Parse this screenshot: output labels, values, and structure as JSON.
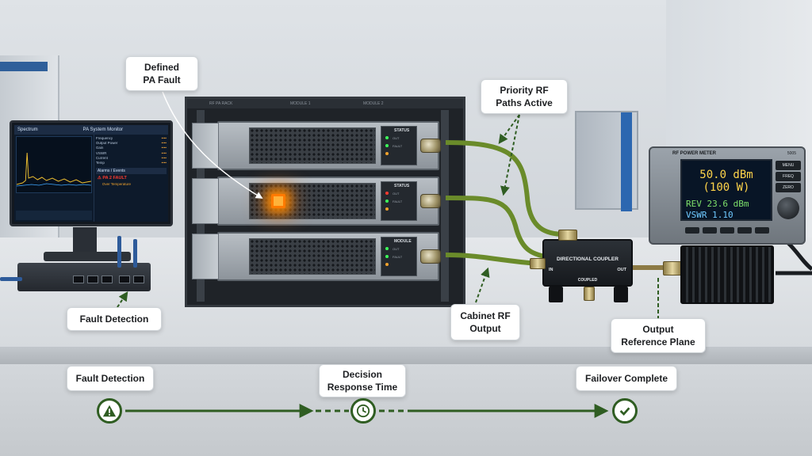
{
  "callouts": {
    "defined_pa_fault": [
      "Defined",
      "PA Fault"
    ],
    "priority_rf_paths": [
      "Priority RF",
      "Paths Active"
    ],
    "fault_detection": "Fault Detection",
    "cabinet_rf_output": [
      "Cabinet RF",
      "Output"
    ],
    "output_reference_plane": [
      "Output",
      "Reference Plane"
    ]
  },
  "timeline": {
    "step1": "Fault Detection",
    "step2": [
      "Decision",
      "Response Time"
    ],
    "step3": "Failover Complete",
    "accent_color": "#2f5d22"
  },
  "monitor": {
    "title": "PA System Monitor",
    "spectrum_label": "Spectrum",
    "alarms_label": "Alarms / Events",
    "alarm": "PA 2 FAULT",
    "alarm_detail": "Over Temperature"
  },
  "rack": {
    "label_left": "RF PA RACK",
    "label_mid": "MODULE 1",
    "label_right": "MODULE 2",
    "module_status": [
      "STATUS",
      "STATUS",
      "MODULE"
    ]
  },
  "coupler": {
    "title": "DIRECTIONAL COUPLER",
    "in": "IN",
    "out": "OUT",
    "coupled": "COUPLED"
  },
  "meter": {
    "header": "RF POWER METER",
    "model": "5005",
    "main_line1": "50.0 dBm",
    "main_line2": "(100 W)",
    "rev": "REV 23.6 dBm",
    "vswr": "VSWR  1.10",
    "buttons": [
      "MENU",
      "FREQ",
      "ZERO"
    ]
  }
}
